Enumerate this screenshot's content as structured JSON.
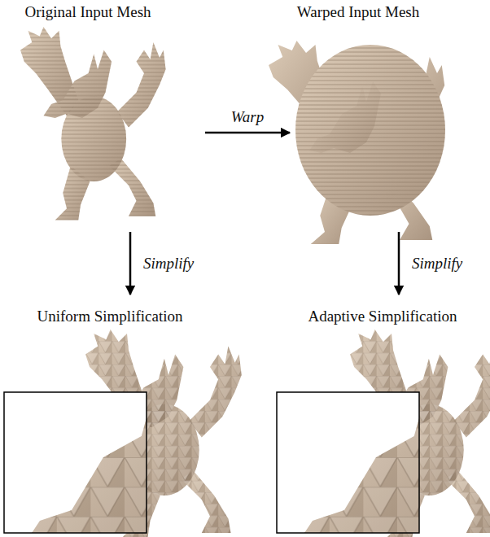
{
  "diagram": {
    "nodes": [
      {
        "text": [
          "Original Input Mesh"
        ]
      },
      {
        "text": [
          "Warped Input Mesh"
        ]
      },
      {
        "text": [
          "Uniform Simplification"
        ]
      },
      {
        "text": [
          "Adaptive Simplification"
        ]
      }
    ],
    "edges": [
      {
        "from": 0,
        "to": 1,
        "label": "Warp",
        "arrow": "to"
      },
      {
        "from": 0,
        "to": 2,
        "label": "Simplify",
        "arrow": "to"
      },
      {
        "from": 1,
        "to": 3,
        "label": "Simplify",
        "arrow": "to"
      }
    ]
  }
}
